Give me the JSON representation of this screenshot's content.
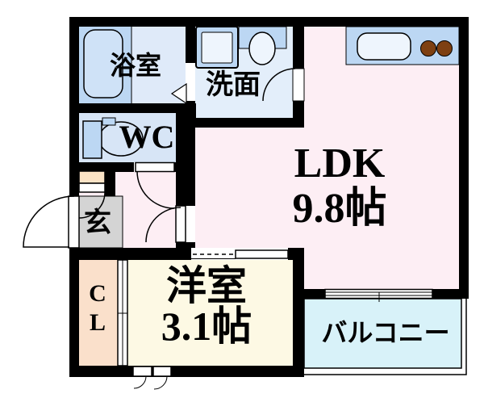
{
  "rooms": {
    "bathroom": {
      "label": "浴室"
    },
    "washroom": {
      "label": "洗面"
    },
    "wc": {
      "label": "WC"
    },
    "genkan": {
      "label": "玄"
    },
    "closet": {
      "line1": "C",
      "line2": "L"
    },
    "ldk": {
      "label": "LDK",
      "size": "9.8帖"
    },
    "western_room": {
      "label": "洋室",
      "size": "3.1帖"
    },
    "balcony": {
      "label": "バルコニー"
    }
  },
  "colors": {
    "wall": "#000000",
    "bathroom_fill": "#dfeaf9",
    "washroom_fill": "#e3eefa",
    "wc_fill": "#d7e5f6",
    "ldk_fill": "#fdeef4",
    "genkan_fill": "#d4d4d4",
    "shoebox_fill": "#fbe3c6",
    "closet_fill": "#fae0cb",
    "western_fill": "#fdf9e4",
    "balcony_fill": "#d8f2f9",
    "fixture_blue": "#bcd7f3",
    "fixture_light": "#eef5fd",
    "tub_fill": "#cfe2f7",
    "burner_brown": "#7e4012"
  }
}
